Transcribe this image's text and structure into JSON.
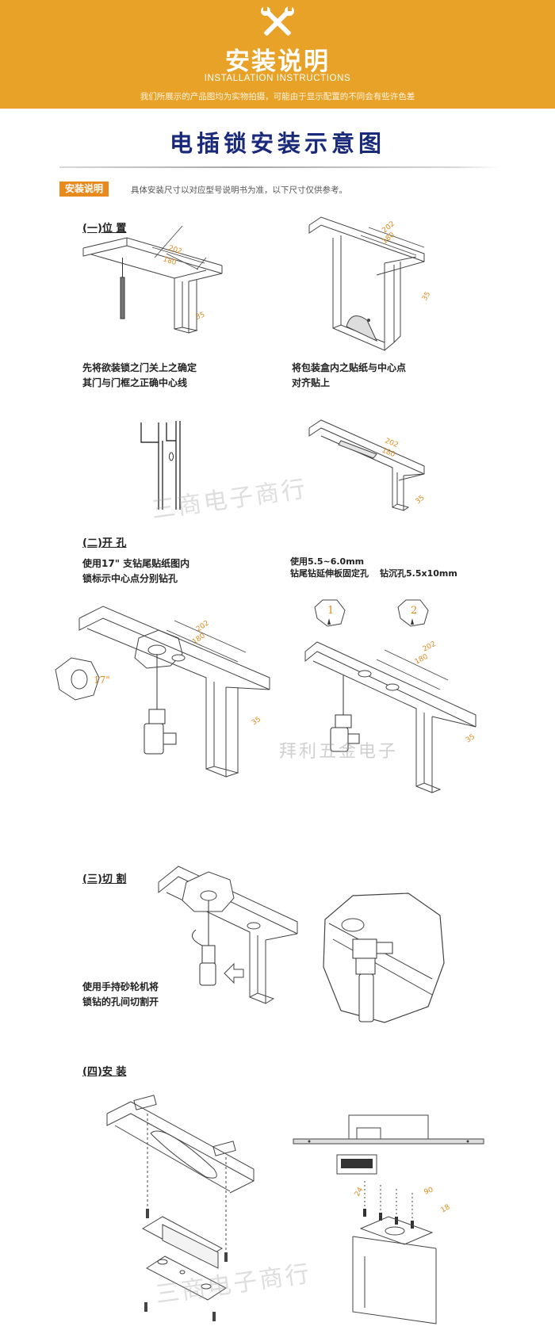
{
  "banner": {
    "title": "安装说明",
    "subtitle": "INSTALLATION INSTRUCTIONS",
    "note": "我们所展示的产品图均为实物拍摄，可能由于显示配置的不同会有些许色差",
    "bg_color": "#e8a228"
  },
  "page_title": "电插锁安装示意图",
  "section": {
    "tag": "安装说明",
    "note": "具体安装尺寸以对应型号说明书为准，以下尺寸仅供参考。"
  },
  "steps": {
    "s1": {
      "title": "(一)位 置",
      "desc_left_line1": "先将欲装锁之门关上之确定",
      "desc_left_line2": "其门与门框之正确中心线",
      "desc_right_line1": "将包装盒内之贴纸与中心点",
      "desc_right_line2": "对齐贴上"
    },
    "s2": {
      "title": "(二)开 孔",
      "desc_left_line1": "使用17\" 支钻尾贴纸图内",
      "desc_left_line2": "锁标示中心点分别钻孔",
      "desc_right_line1": "使用5.5~6.0mm",
      "desc_right_line2a": "钻尾钻延伸板固定孔",
      "desc_right_line2b": "钻沉孔5.5x10mm"
    },
    "s3": {
      "title": "(三)切 割",
      "desc_line1": "使用手持砂轮机将",
      "desc_line2": "锁钻的孔间切割开"
    },
    "s4": {
      "title": "(四)安 装"
    }
  },
  "dimensions": {
    "d202": "202",
    "d180": "180",
    "d35": "35",
    "d17": "17\"",
    "d24": "24",
    "d90": "90",
    "d18": "18",
    "step_1": "1",
    "step_2": "2"
  },
  "watermarks": {
    "wm1": "三商电子商行",
    "wm2": "拜利五金电子",
    "wm3": "三商电子商行"
  },
  "colors": {
    "accent_orange": "#e88a1e",
    "title_blue": "#1a2a7a",
    "dim_orange": "#e08a1e"
  }
}
